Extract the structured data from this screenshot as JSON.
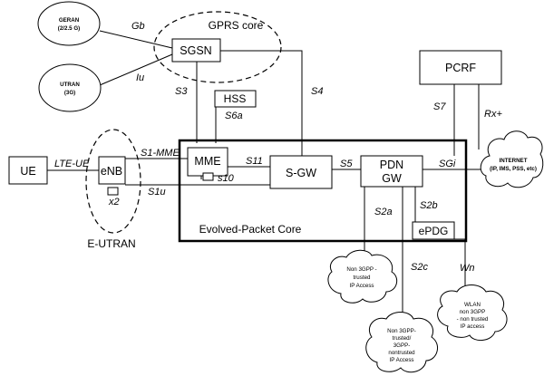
{
  "nodes": {
    "geran": {
      "line1": "GERAN",
      "line2": "(2/2.5 G)"
    },
    "utran": {
      "line1": "UTRAN",
      "line2": "(3G)"
    },
    "gprs_core": "GPRS core",
    "sgsn": "SGSN",
    "pcrf": "PCRF",
    "hss": "HSS",
    "ue": "UE",
    "enb": "eNB",
    "mme": "MME",
    "sgw": "S-GW",
    "pdn_gw": {
      "line1": "PDN",
      "line2": "GW"
    },
    "epdg": "ePDG",
    "internet": {
      "line1": "INTERNET",
      "line2": "(IP, IMS, PSS, etc)"
    },
    "e_utran": "E-UTRAN",
    "epc": "Evolved-Packet Core",
    "non3gpp_trusted": {
      "line1": "Non 3GPP -",
      "line2": "trusted",
      "line3": "IP Access"
    },
    "non3gpp_nontrusted": {
      "line1": "Non 3GPP-",
      "line2": "trusted/",
      "line3": "3GPP-",
      "line4": "nontrusted",
      "line5": "IP Access"
    },
    "wlan": {
      "line1": "WLAN",
      "line2": "non 3GPP",
      "line3": "- non trusted",
      "line4": "IP access"
    }
  },
  "interfaces": {
    "gb": "Gb",
    "iu": "Iu",
    "s3": "S3",
    "s4": "S4",
    "s6a": "S6a",
    "s7": "S7",
    "rx": "Rx+",
    "lte_ue": "LTE-UE",
    "s1_mme": "S1-MME",
    "s1u": "S1u",
    "x2": "x2",
    "s11": "S11",
    "s10": "s10",
    "s5": "S5",
    "sgi": "SGi",
    "s2a": "S2a",
    "s2b": "S2b",
    "s2c": "S2c",
    "wn": "Wn"
  }
}
